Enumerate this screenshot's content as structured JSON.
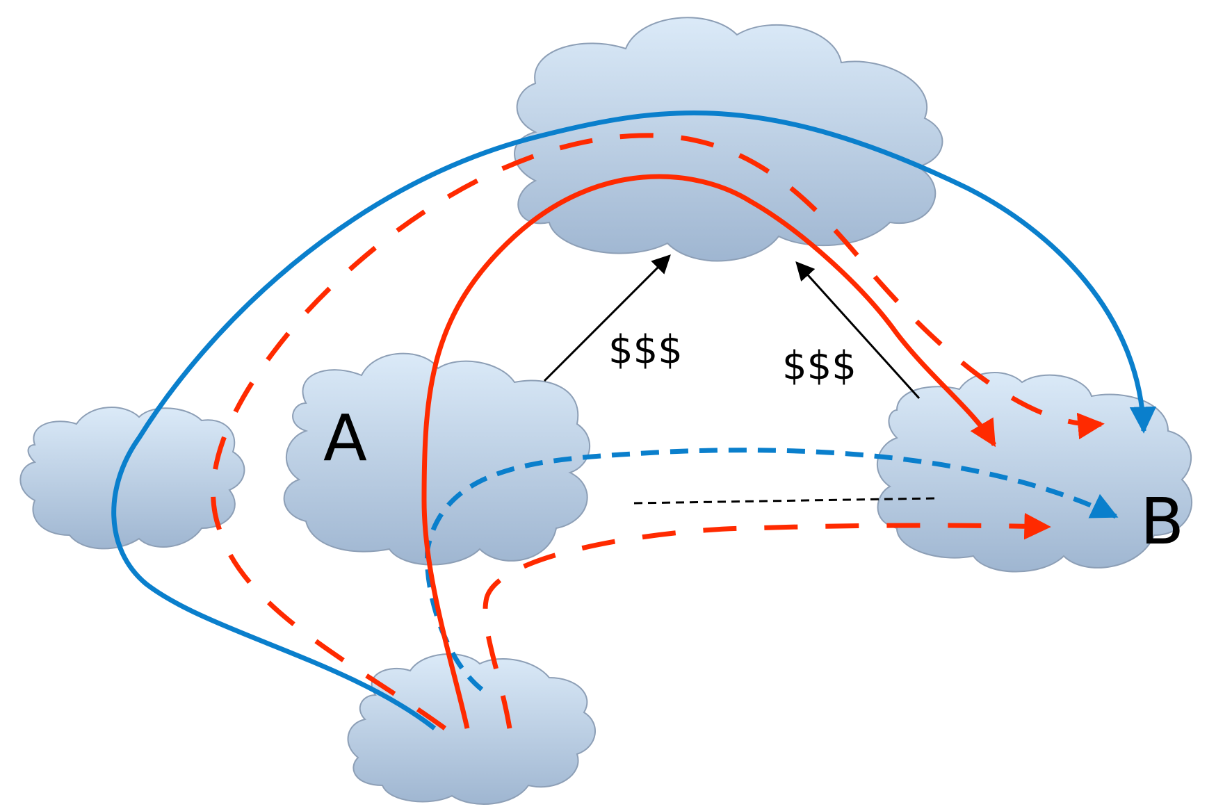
{
  "labels": {
    "node_a": "A",
    "node_b": "B",
    "cost_left": "$$$",
    "cost_right": "$$$"
  },
  "colors": {
    "red_path": "#ff2a00",
    "blue_path": "#0a7fcc",
    "black_path": "#000000",
    "cloud_top": "#dbeaf8",
    "cloud_bottom": "#9fb6d1",
    "cloud_outline": "#8d9fb6"
  },
  "nodes": [
    "cloud-top",
    "cloud-a",
    "cloud-b",
    "cloud-left",
    "cloud-bottom"
  ]
}
